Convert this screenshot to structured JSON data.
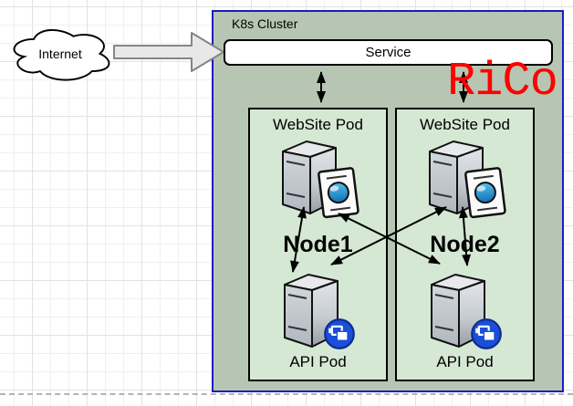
{
  "diagram": {
    "internet_label": "Internet",
    "cluster_label": "K8s Cluster",
    "service_label": "Service",
    "watermark": "RiCo",
    "nodes": [
      {
        "name": "Node1",
        "website_pod_label": "WebSite Pod",
        "api_pod_label": "API Pod"
      },
      {
        "name": "Node2",
        "website_pod_label": "WebSite Pod",
        "api_pod_label": "API Pod"
      }
    ],
    "icons": {
      "internet": "cloud-icon",
      "internet_to_service": "right-arrow-icon",
      "website_pod": "web-server-icon",
      "api_pod": "application-server-icon"
    },
    "colors": {
      "cluster_fill": "#b7c6b2",
      "cluster_border": "#1c1cc0",
      "node_fill": "#d5e8d4",
      "node_border": "#000000",
      "service_fill": "#ffffff",
      "arrow": "#000000",
      "internet_arrow_fill": "#e8e8e8",
      "internet_arrow_border": "#858585",
      "watermark": "#ff0000"
    }
  }
}
